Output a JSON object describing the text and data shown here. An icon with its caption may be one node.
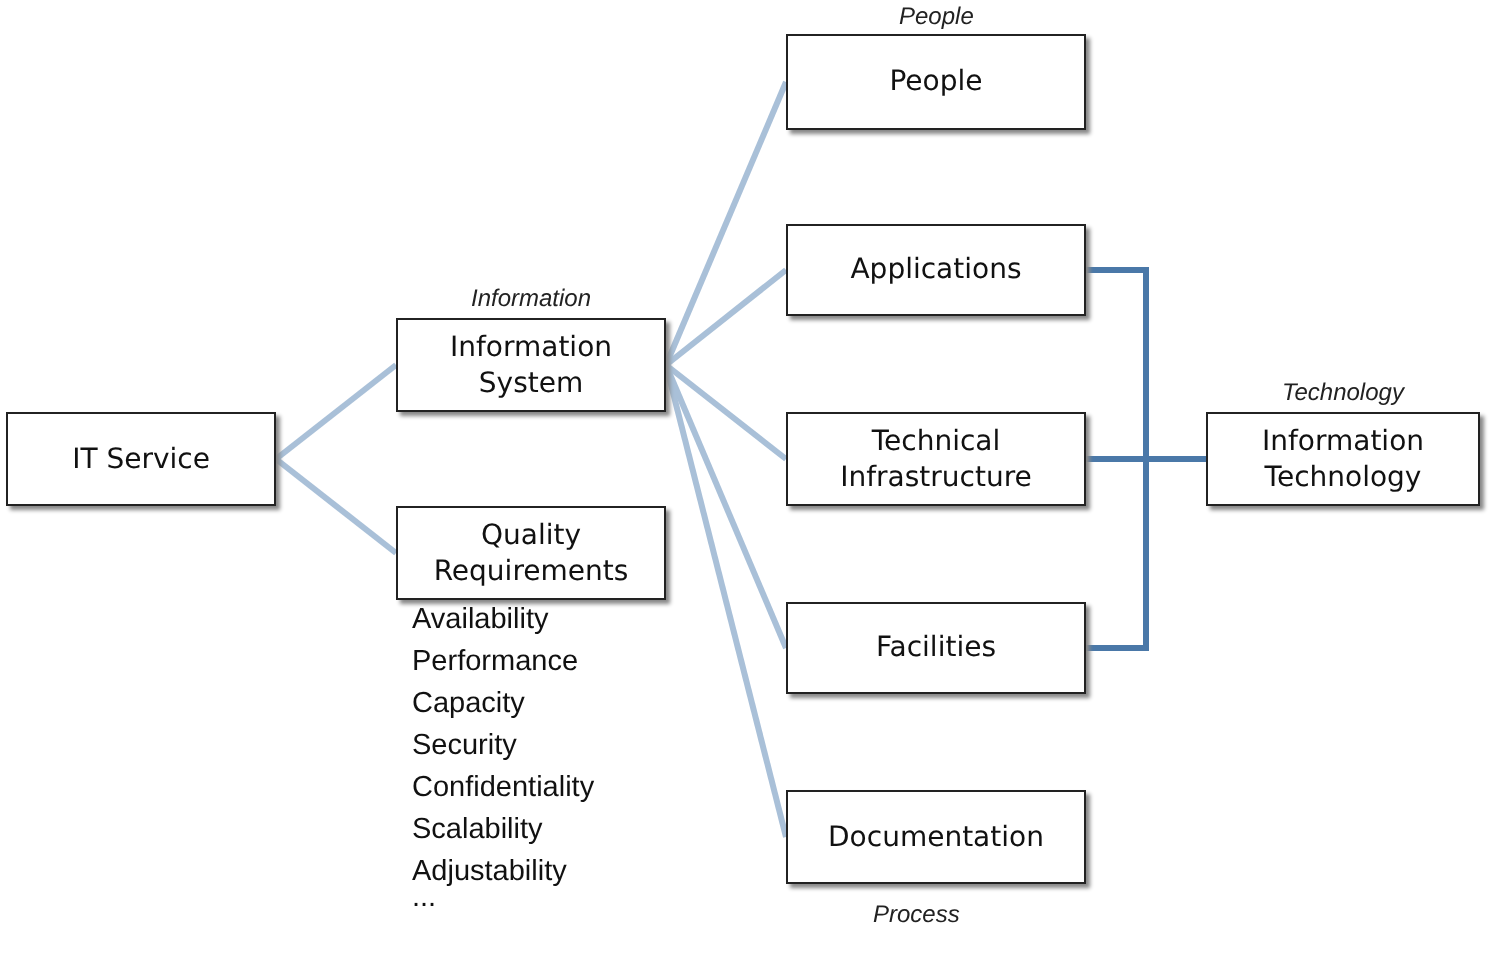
{
  "diagram": {
    "nodes": [
      {
        "text": [
          "IT Service"
        ]
      },
      {
        "text": [
          "Information System"
        ],
        "beside": [
          "Information"
        ]
      },
      {
        "text": [
          "Quality Requirements"
        ],
        "beside": [
          "Availability",
          "Performance",
          "Capacity",
          "Security",
          "Confidentiality",
          "Scalability",
          "Adjustability",
          "..."
        ]
      },
      {
        "text": [
          "People"
        ],
        "beside": [
          "People"
        ]
      },
      {
        "text": [
          "Applications"
        ]
      },
      {
        "text": [
          "Technical Infrastructure"
        ]
      },
      {
        "text": [
          "Facilities"
        ]
      },
      {
        "text": [
          "Documentation"
        ],
        "beside": [
          "Process"
        ]
      },
      {
        "text": [
          "Information Technology"
        ],
        "beside": [
          "Technology"
        ]
      }
    ],
    "edges": [
      {
        "from": 0,
        "to": 1,
        "arrow": "none"
      },
      {
        "from": 0,
        "to": 2,
        "arrow": "none"
      },
      {
        "from": 1,
        "to": 3,
        "arrow": "none"
      },
      {
        "from": 1,
        "to": 4,
        "arrow": "none"
      },
      {
        "from": 1,
        "to": 5,
        "arrow": "none"
      },
      {
        "from": 1,
        "to": 6,
        "arrow": "none"
      },
      {
        "from": 1,
        "to": 7,
        "arrow": "none"
      },
      {
        "from": 4,
        "to": 8,
        "arrow": "none",
        "color": "#4a78a8"
      },
      {
        "from": 5,
        "to": 8,
        "arrow": "none",
        "color": "#4a78a8"
      },
      {
        "from": 6,
        "to": 8,
        "arrow": "none",
        "color": "#4a78a8"
      }
    ]
  }
}
